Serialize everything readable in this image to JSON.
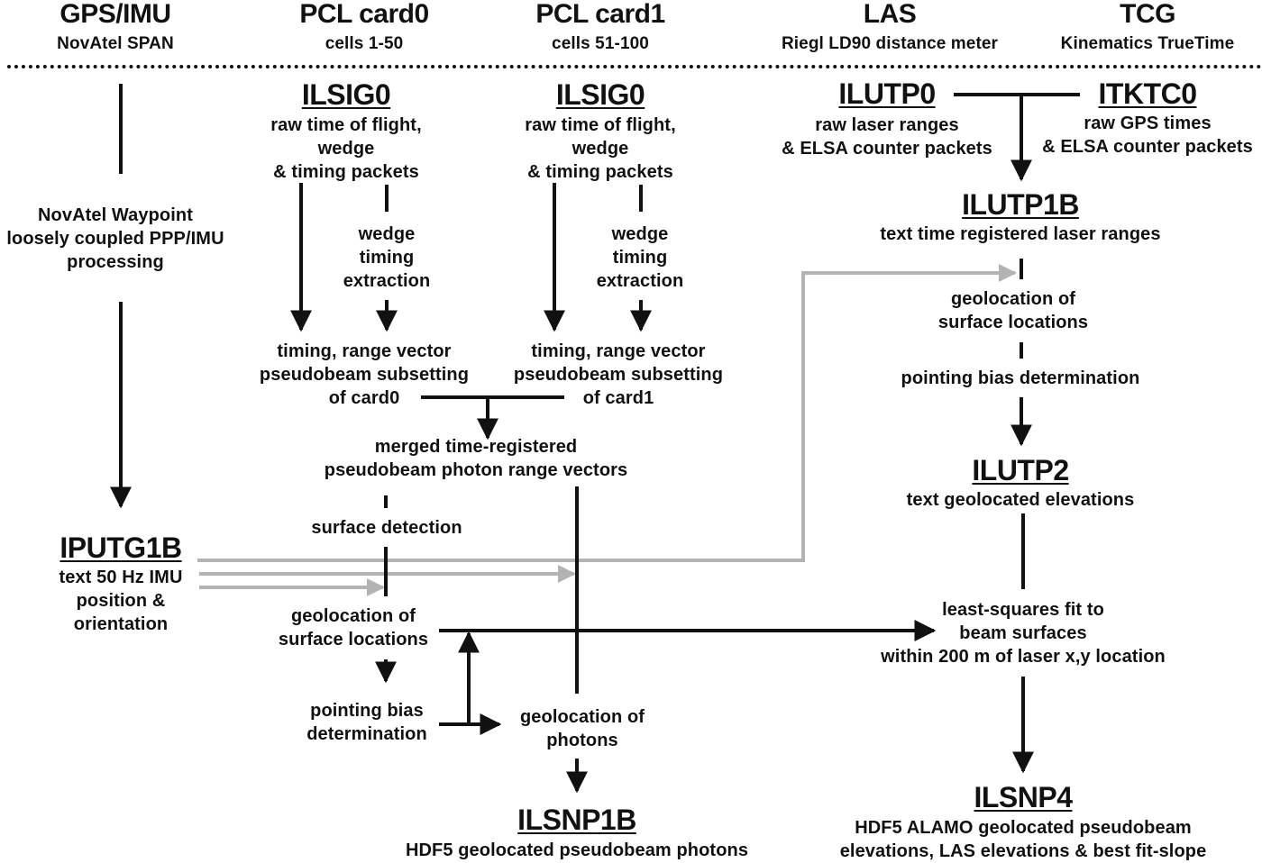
{
  "columns": [
    {
      "title": "GPS/IMU",
      "subtitle": "NovAtel SPAN"
    },
    {
      "title": "PCL card0",
      "subtitle": "cells 1-50"
    },
    {
      "title": "PCL card1",
      "subtitle": "cells 51-100"
    },
    {
      "title": "LAS",
      "subtitle": "Riegl LD90 distance meter"
    },
    {
      "title": "TCG",
      "subtitle": "Kinematics TrueTime"
    }
  ],
  "gps": {
    "processing": "NovAtel Waypoint\nloosely coupled PPP/IMU\nprocessing",
    "product": "IPUTG1B",
    "product_desc": "text 50 Hz IMU\nposition &\norientation"
  },
  "card0": {
    "product": "ILSIG0",
    "product_desc": "raw time of flight,\nwedge\n& timing packets",
    "wedge_step": "wedge\ntiming\nextraction",
    "subset_step": "timing, range vector\npseudobeam subsetting\nof card0"
  },
  "card1": {
    "product": "ILSIG0",
    "product_desc": "raw time of flight,\nwedge\n& timing packets",
    "wedge_step": "wedge\ntiming\nextraction",
    "subset_step": "timing, range vector\npseudobeam subsetting\nof card1"
  },
  "merge": {
    "merged": "merged time-registered\npseudobeam photon range vectors",
    "surface_detection": "surface detection",
    "geolocation_surface": "geolocation of\nsurface locations",
    "pointing_bias": "pointing bias\ndetermination",
    "geolocation_photons": "geolocation of\nphotons",
    "product": "ILSNP1B",
    "product_desc": "HDF5 geolocated pseudobeam photons"
  },
  "las": {
    "product": "ILUTP0",
    "product_desc": "raw laser ranges\n& ELSA counter packets",
    "tcg_product": "ITKTC0",
    "tcg_product_desc": "raw GPS times\n& ELSA counter packets",
    "p1b": "ILUTP1B",
    "p1b_desc": "text time registered laser ranges",
    "geolocation_surface": "geolocation of\nsurface locations",
    "pointing_bias": "pointing bias determination",
    "p2": "ILUTP2",
    "p2_desc": "text geolocated elevations",
    "lsq": "least-squares fit to\nbeam surfaces\nwithin 200 m of laser x,y location",
    "p4": "ILSNP4",
    "p4_desc": "HDF5 ALAMO geolocated pseudobeam\nelevations, LAS elevations & best fit-slope"
  },
  "colors": {
    "primary_line": "#111111",
    "imu_line": "#b3b3b3"
  }
}
